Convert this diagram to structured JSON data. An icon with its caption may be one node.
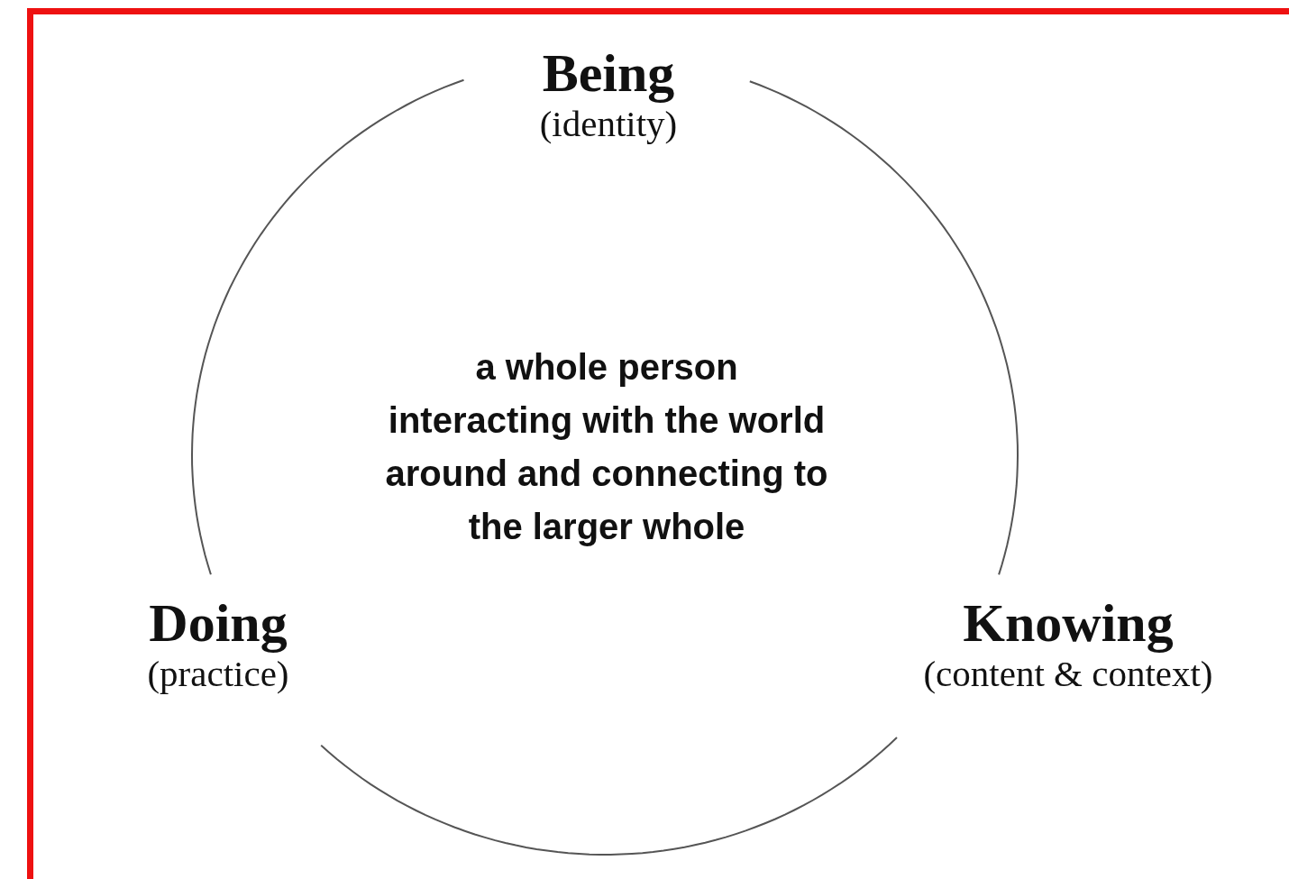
{
  "diagram": {
    "nodes": [
      {
        "text": [
          "Being",
          "(identity)"
        ]
      },
      {
        "text": [
          "Doing",
          "(practice)"
        ]
      },
      {
        "text": [
          "Knowing",
          "(content & context)"
        ]
      }
    ],
    "edges": [
      {
        "from": 0,
        "to": 2,
        "arrow": "none"
      },
      {
        "from": 2,
        "to": 1,
        "arrow": "none"
      },
      {
        "from": 1,
        "to": 0,
        "arrow": "none"
      }
    ],
    "labels": [
      "a whole person interacting with the world around and connecting to the larger whole"
    ]
  }
}
